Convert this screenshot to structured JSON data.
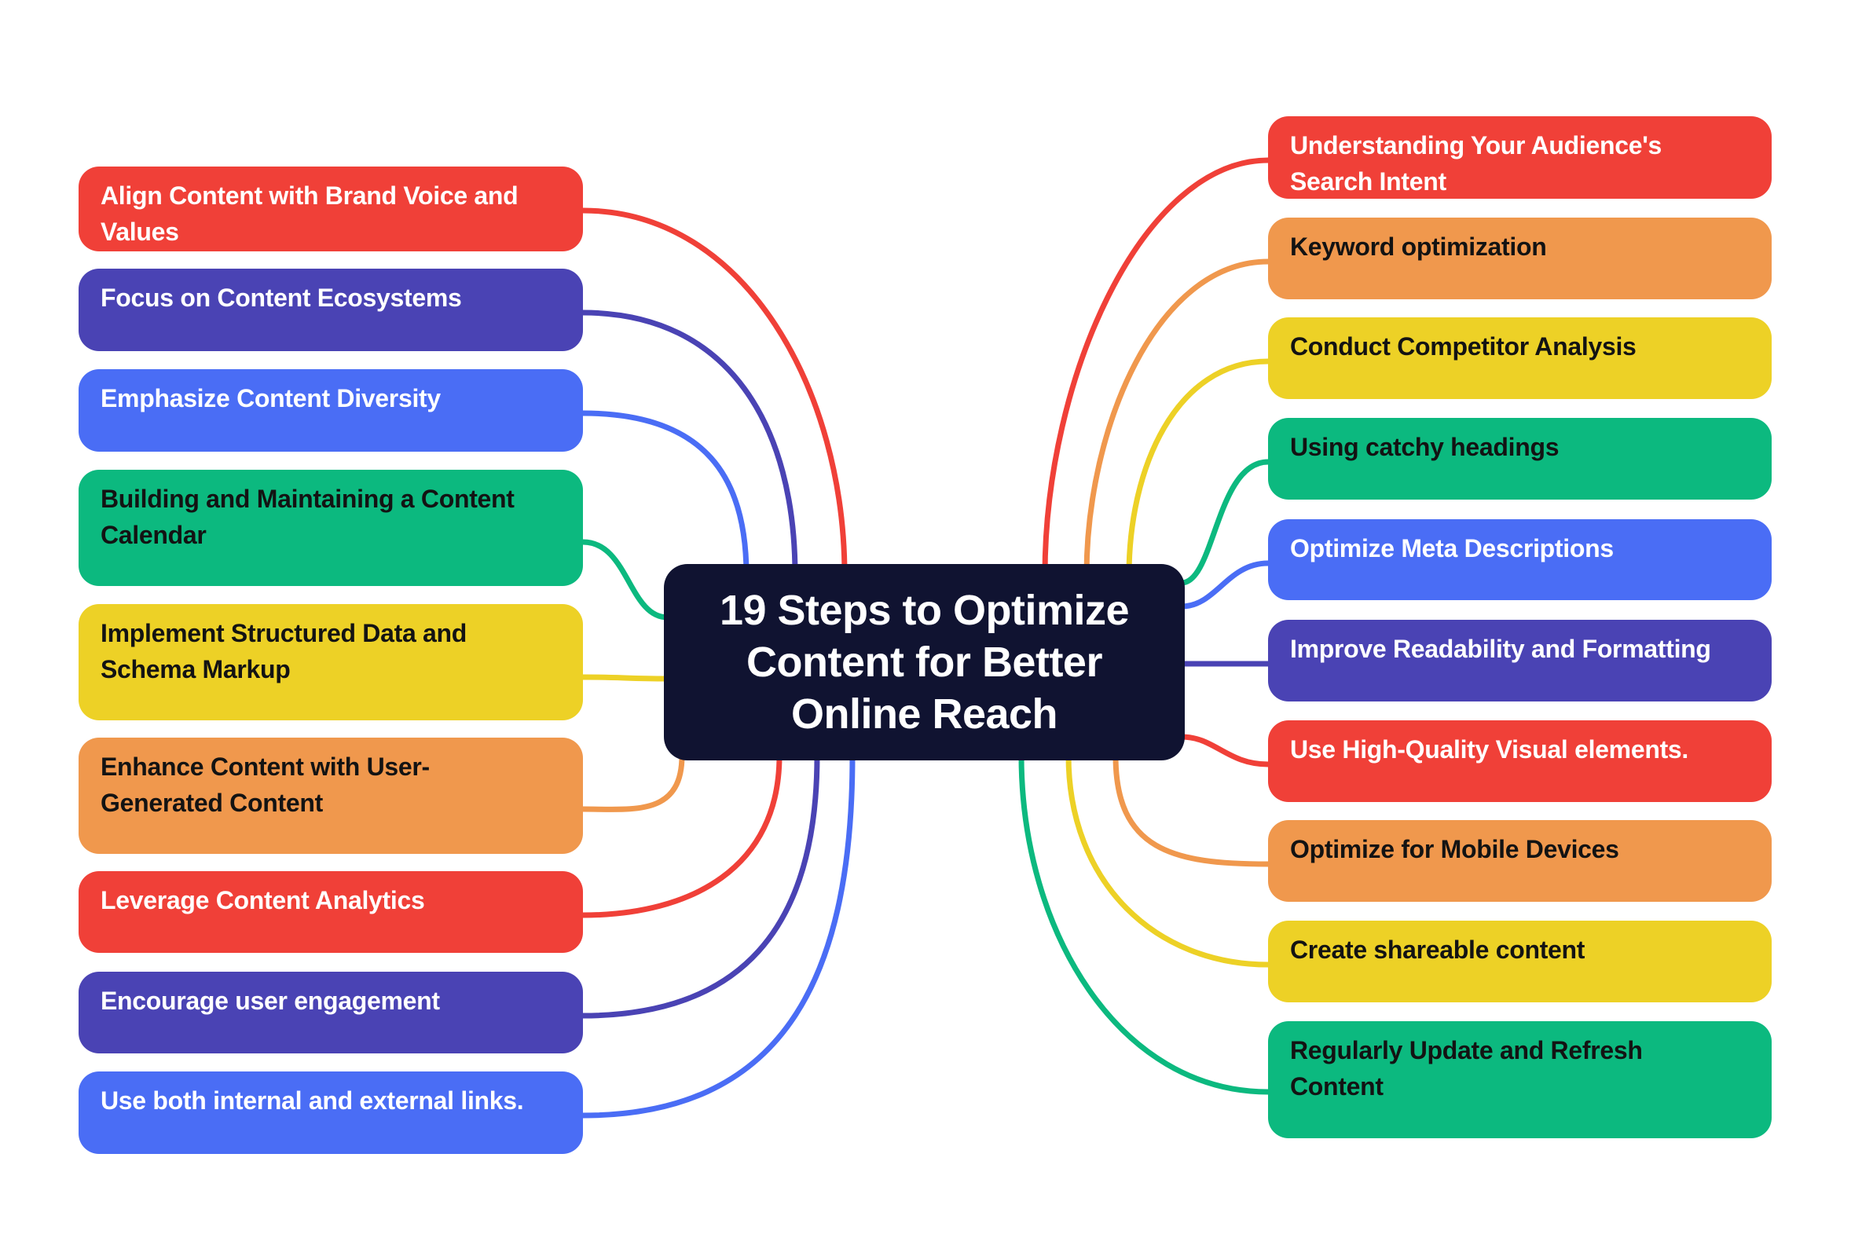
{
  "title": "19 Steps to Optimize Content for Better Online Reach",
  "palette": {
    "red": "#F04038",
    "orange": "#F0984D",
    "yellow": "#EDD126",
    "green": "#0CB97F",
    "blue": "#4A6DF5",
    "indigo": "#4A43B4",
    "navy": "#101331",
    "text_light": "#FFFFFF",
    "text_dark": "#131313",
    "background": "#FFFFFF"
  },
  "center": {
    "lines": [
      "19 Steps to Optimize",
      "Content for Better",
      "Online Reach"
    ],
    "color": "navy",
    "text": "light"
  },
  "left_branches": [
    {
      "id": "align-content-brand-voice",
      "lines": [
        "Align Content with Brand Voice and",
        "Values"
      ],
      "color": "red",
      "text": "light"
    },
    {
      "id": "focus-content-ecosystems",
      "lines": [
        "Focus on Content Ecosystems"
      ],
      "color": "indigo",
      "text": "light"
    },
    {
      "id": "emphasize-content-diversity",
      "lines": [
        "Emphasize Content Diversity"
      ],
      "color": "blue",
      "text": "light"
    },
    {
      "id": "content-calendar",
      "lines": [
        "Building and Maintaining a Content",
        "Calendar"
      ],
      "color": "green",
      "text": "dark"
    },
    {
      "id": "structured-data-schema",
      "lines": [
        "Implement Structured Data and",
        "Schema Markup"
      ],
      "color": "yellow",
      "text": "dark"
    },
    {
      "id": "user-generated-content",
      "lines": [
        "Enhance Content with User-",
        "Generated Content"
      ],
      "color": "orange",
      "text": "dark"
    },
    {
      "id": "leverage-content-analytics",
      "lines": [
        "Leverage Content Analytics"
      ],
      "color": "red",
      "text": "light"
    },
    {
      "id": "encourage-user-engagement",
      "lines": [
        "Encourage user engagement"
      ],
      "color": "indigo",
      "text": "light"
    },
    {
      "id": "internal-external-links",
      "lines": [
        "Use both internal and external links."
      ],
      "color": "blue",
      "text": "light"
    }
  ],
  "right_branches": [
    {
      "id": "audience-search-intent",
      "lines": [
        "Understanding Your Audience's",
        "Search Intent"
      ],
      "color": "red",
      "text": "light"
    },
    {
      "id": "keyword-optimization",
      "lines": [
        "Keyword optimization"
      ],
      "color": "orange",
      "text": "dark"
    },
    {
      "id": "competitor-analysis",
      "lines": [
        "Conduct Competitor Analysis"
      ],
      "color": "yellow",
      "text": "dark"
    },
    {
      "id": "catchy-headings",
      "lines": [
        "Using catchy headings"
      ],
      "color": "green",
      "text": "dark"
    },
    {
      "id": "optimize-meta-descriptions",
      "lines": [
        "Optimize Meta Descriptions"
      ],
      "color": "blue",
      "text": "light"
    },
    {
      "id": "readability-formatting",
      "lines": [
        "Improve Readability and Formatting"
      ],
      "color": "indigo",
      "text": "light"
    },
    {
      "id": "high-quality-visuals",
      "lines": [
        "Use High-Quality Visual elements."
      ],
      "color": "red",
      "text": "light"
    },
    {
      "id": "optimize-mobile",
      "lines": [
        "Optimize for Mobile Devices"
      ],
      "color": "orange",
      "text": "dark"
    },
    {
      "id": "shareable-content",
      "lines": [
        "Create shareable content"
      ],
      "color": "yellow",
      "text": "dark"
    },
    {
      "id": "update-refresh-content",
      "lines": [
        "Regularly Update and Refresh",
        "Content"
      ],
      "color": "green",
      "text": "dark"
    }
  ]
}
